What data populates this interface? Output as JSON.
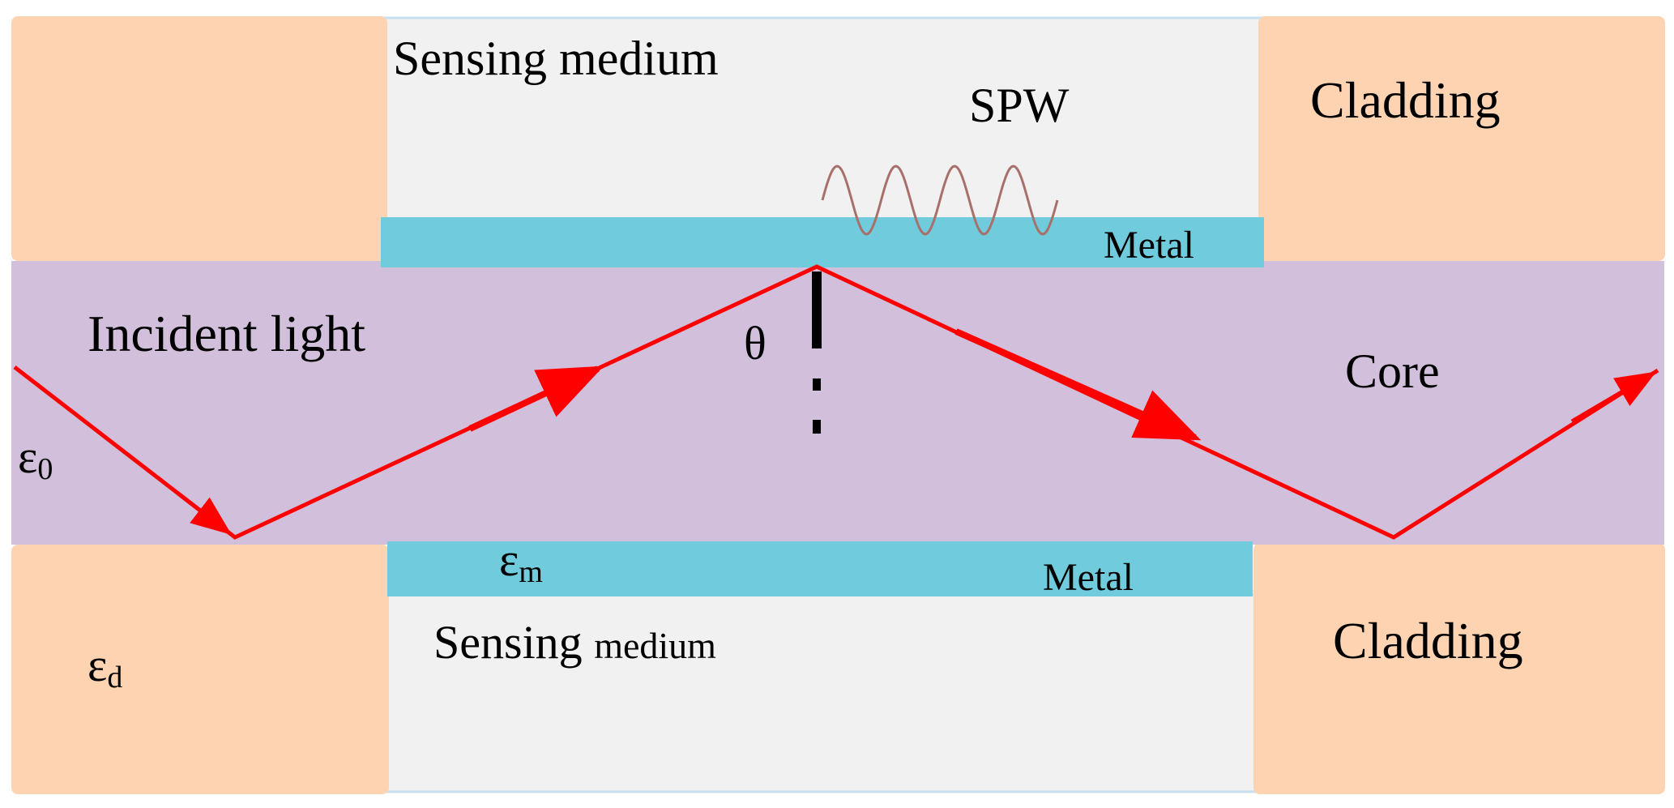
{
  "labels": {
    "sensing_medium_top": "Sensing medium",
    "spw": "SPW",
    "cladding_top": "Cladding",
    "metal_top": "Metal",
    "incident_light": "Incident light",
    "theta": "θ",
    "core": "Core",
    "epsilon_0_base": "ε",
    "epsilon_0_sub": "0",
    "epsilon_m_base": "ε",
    "epsilon_m_sub": "m",
    "metal_bottom": "Metal",
    "epsilon_d_base": "ε",
    "epsilon_d_sub": "d",
    "sensing_medium_bottom_a": "Sensing ",
    "sensing_medium_bottom_b": "medium",
    "cladding_bottom": "Cladding"
  },
  "colors": {
    "cladding": "#fdd3b2",
    "sensing_medium": "#f1f1f1",
    "sensing_border": "#c8dff0",
    "metal": "#70cbdc",
    "core": "#d1bfdb",
    "ray": "#ff0000",
    "spw_wave": "#a8706a",
    "normal": "#000000"
  }
}
